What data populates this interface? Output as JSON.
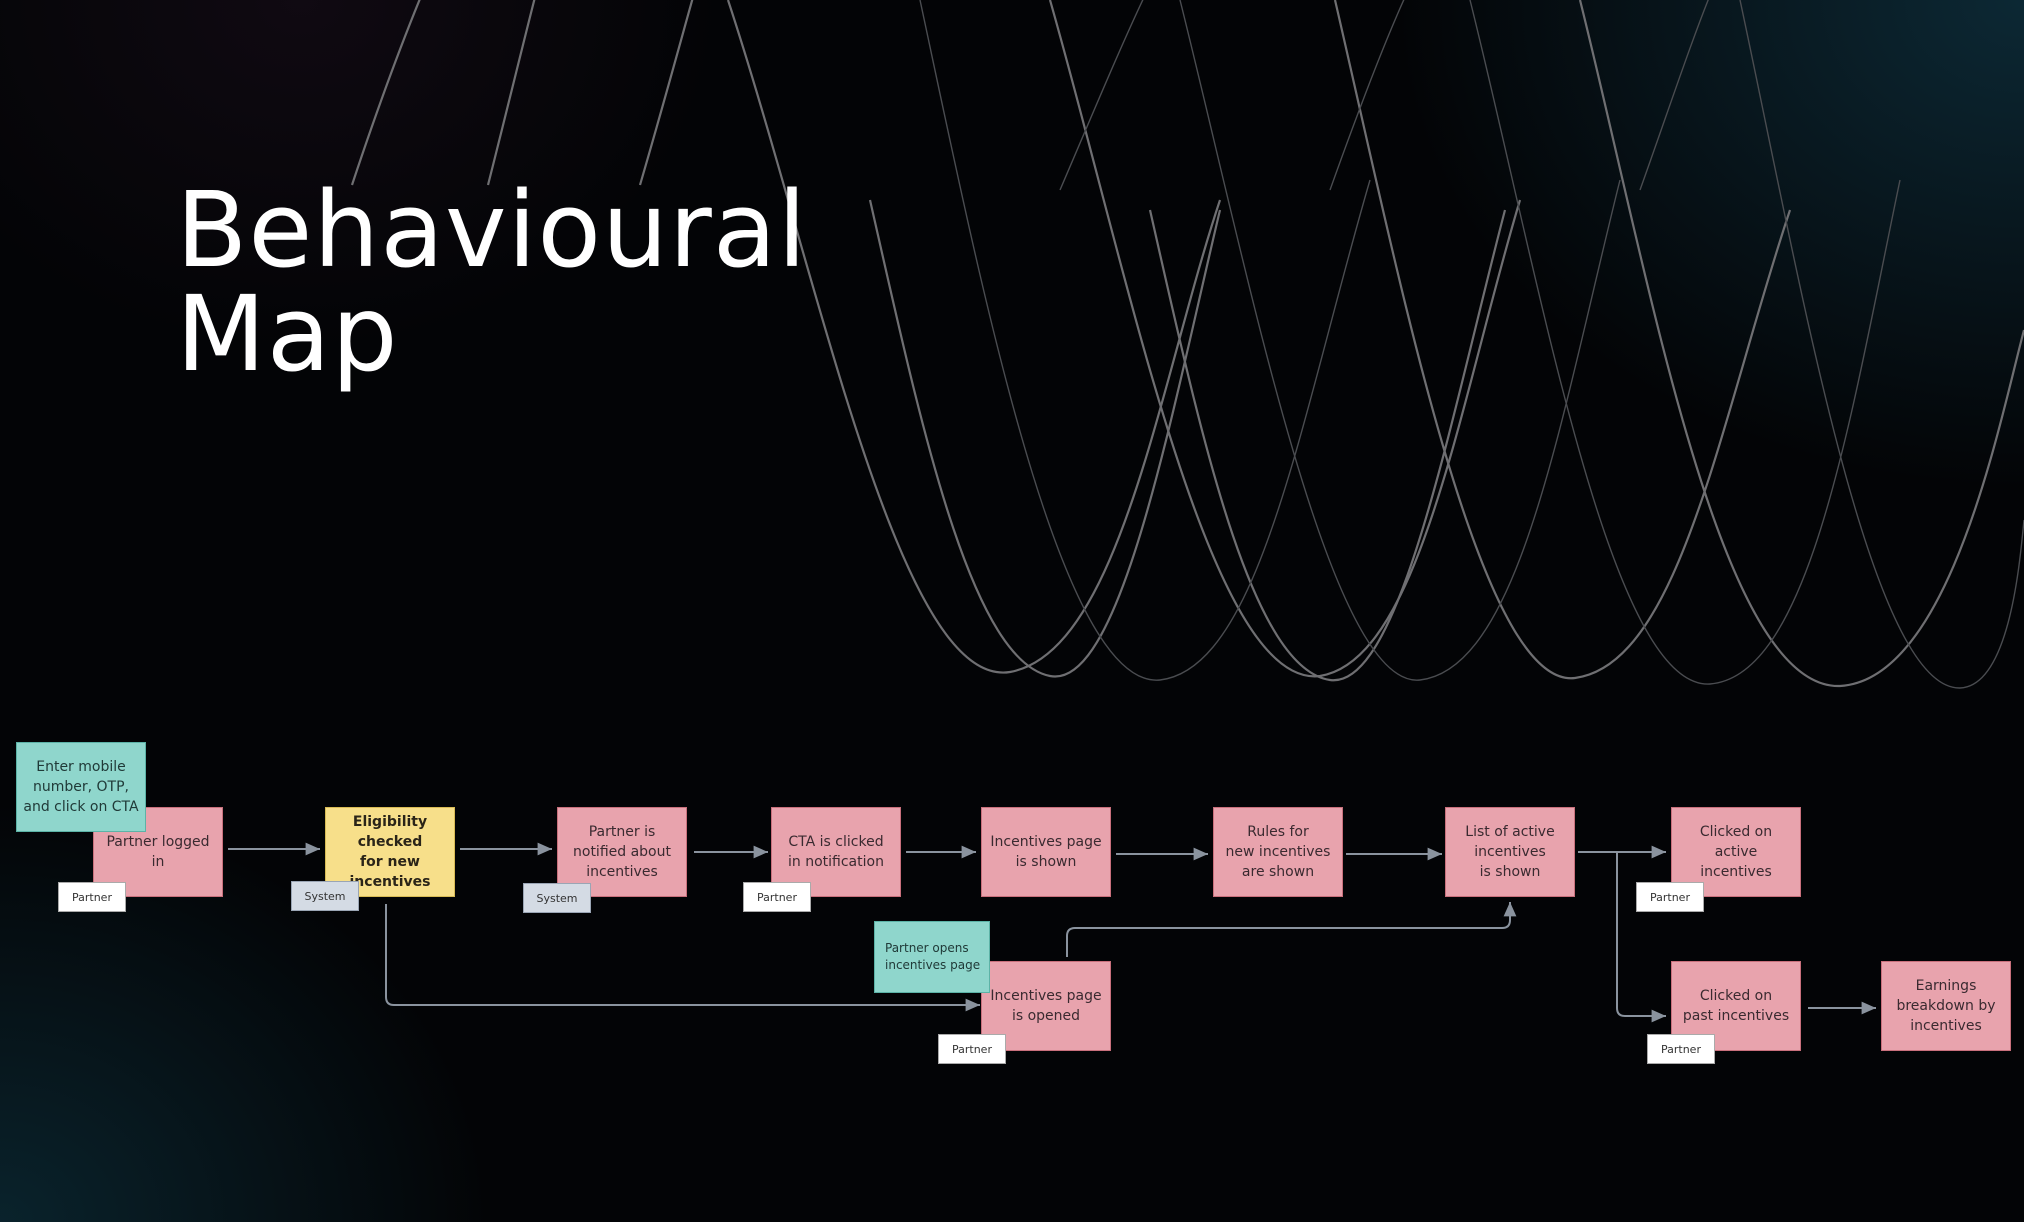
{
  "title": {
    "line1": "Behavioural",
    "line2": "Map"
  },
  "nodes": {
    "enter_mobile": "Enter mobile\nnumber, OTP,\nand click on CTA",
    "partner_logged_in": "Partner logged\nin",
    "eligibility_checked": "Eligibility checked\nfor new\nincentives",
    "partner_notified": "Partner is\nnotified about\nincentives",
    "cta_clicked": "CTA is clicked\nin notification",
    "incentives_page_shown": "Incentives page\nis shown",
    "rules_shown": "Rules for\nnew incentives\nare shown",
    "list_active": "List of active\nincentives\nis shown",
    "clicked_active": "Clicked on\nactive incentives",
    "partner_opens": "Partner opens\nincentives page",
    "incentives_page_opened": "Incentives page\nis opened",
    "clicked_past": "Clicked on\npast incentives",
    "earnings_breakdown": "Earnings\nbreakdown by\nincentives"
  },
  "tags": {
    "partner": "Partner",
    "system": "System"
  },
  "colors": {
    "pink_sticky": "#e8a3ad",
    "yellow_sticky": "#f7df8a",
    "teal_sticky": "#8fd6cc",
    "connector": "#8a939e"
  }
}
